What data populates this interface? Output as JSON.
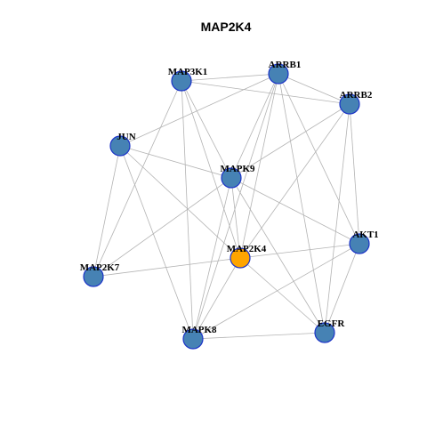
{
  "graph": {
    "title": "MAP2K4",
    "colors": {
      "node_fill": "#4682B4",
      "node_stroke": "#1c34c8",
      "highlight_fill": "#FFA500",
      "edge": "#b3b3b3"
    },
    "nodes": [
      {
        "id": "MAP3K1",
        "label": "MAP3K1",
        "highlight": false
      },
      {
        "id": "ARRB1",
        "label": "ARRB1",
        "highlight": false
      },
      {
        "id": "ARRB2",
        "label": "ARRB2",
        "highlight": false
      },
      {
        "id": "JUN",
        "label": "JUN",
        "highlight": false
      },
      {
        "id": "MAPK9",
        "label": "MAPK9",
        "highlight": false
      },
      {
        "id": "AKT1",
        "label": "AKT1",
        "highlight": false
      },
      {
        "id": "MAP2K4",
        "label": "MAP2K4",
        "highlight": true
      },
      {
        "id": "MAP2K7",
        "label": "MAP2K7",
        "highlight": false
      },
      {
        "id": "MAPK8",
        "label": "MAPK8",
        "highlight": false
      },
      {
        "id": "EGFR",
        "label": "EGFR",
        "highlight": false
      }
    ],
    "edges": [
      [
        "MAP3K1",
        "ARRB1"
      ],
      [
        "MAP3K1",
        "ARRB2"
      ],
      [
        "MAP3K1",
        "MAPK9"
      ],
      [
        "MAP3K1",
        "MAP2K4"
      ],
      [
        "MAP3K1",
        "MAPK8"
      ],
      [
        "MAP3K1",
        "MAP2K7"
      ],
      [
        "ARRB1",
        "ARRB2"
      ],
      [
        "ARRB1",
        "JUN"
      ],
      [
        "ARRB1",
        "MAPK9"
      ],
      [
        "ARRB1",
        "MAP2K4"
      ],
      [
        "ARRB1",
        "MAPK8"
      ],
      [
        "ARRB1",
        "EGFR"
      ],
      [
        "ARRB1",
        "AKT1"
      ],
      [
        "ARRB2",
        "MAPK9"
      ],
      [
        "ARRB2",
        "MAP2K4"
      ],
      [
        "ARRB2",
        "AKT1"
      ],
      [
        "ARRB2",
        "EGFR"
      ],
      [
        "JUN",
        "MAPK9"
      ],
      [
        "JUN",
        "MAP2K4"
      ],
      [
        "JUN",
        "MAP2K7"
      ],
      [
        "JUN",
        "MAPK8"
      ],
      [
        "MAPK9",
        "MAP2K4"
      ],
      [
        "MAPK9",
        "MAP2K7"
      ],
      [
        "MAPK9",
        "MAPK8"
      ],
      [
        "MAPK9",
        "AKT1"
      ],
      [
        "MAPK9",
        "EGFR"
      ],
      [
        "MAP2K4",
        "MAP2K7"
      ],
      [
        "MAP2K4",
        "AKT1"
      ],
      [
        "MAP2K4",
        "MAPK8"
      ],
      [
        "MAP2K4",
        "EGFR"
      ],
      [
        "AKT1",
        "MAPK8"
      ],
      [
        "AKT1",
        "EGFR"
      ],
      [
        "MAPK8",
        "EGFR"
      ]
    ]
  }
}
